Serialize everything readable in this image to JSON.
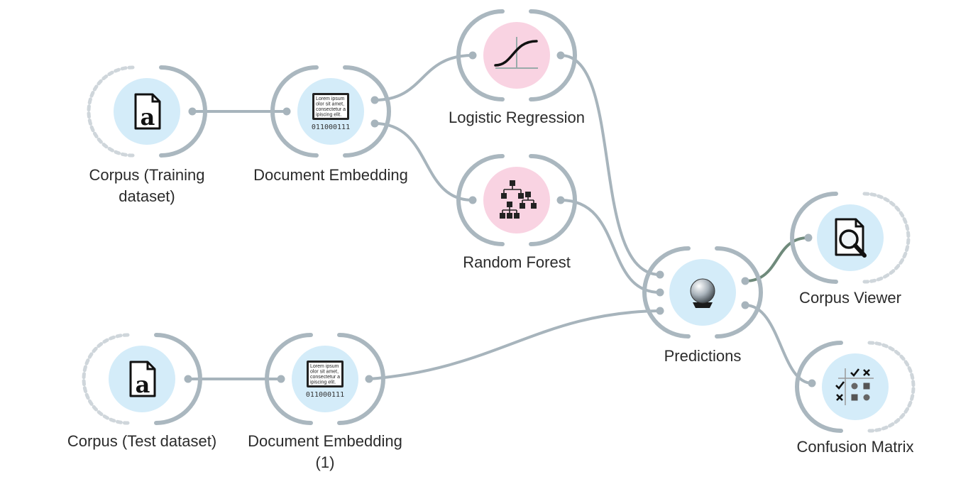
{
  "colors": {
    "data_node": "#d4ecf9",
    "model_node": "#f9d3e2",
    "link": "#a7b4bc",
    "link_active": "#6f8a7b",
    "bracket": "#aab7bf",
    "bracket_dashed": "#cfd6db",
    "text": "#2b2b2b"
  },
  "nodes": [
    {
      "id": "corpus_train",
      "label_lines": [
        "Corpus (Training",
        "dataset)"
      ],
      "icon": "corpus-document-icon",
      "kind": "data"
    },
    {
      "id": "doc_embed",
      "label_lines": [
        "Document Embedding"
      ],
      "icon": "document-embedding-icon",
      "kind": "data",
      "icon_text": [
        "Lorem ipsum",
        "olor sit amet,",
        "consectetur a",
        "ipiscing elit."
      ],
      "icon_code": "011000111"
    },
    {
      "id": "logreg",
      "label_lines": [
        "Logistic Regression"
      ],
      "icon": "logistic-curve-icon",
      "kind": "model"
    },
    {
      "id": "rforest",
      "label_lines": [
        "Random Forest"
      ],
      "icon": "random-forest-tree-icon",
      "kind": "model"
    },
    {
      "id": "predictions",
      "label_lines": [
        "Predictions"
      ],
      "icon": "crystal-ball-icon",
      "kind": "data"
    },
    {
      "id": "corpus_viewer",
      "label_lines": [
        "Corpus Viewer"
      ],
      "icon": "document-magnifier-icon",
      "kind": "data"
    },
    {
      "id": "confusion",
      "label_lines": [
        "Confusion Matrix"
      ],
      "icon": "confusion-matrix-icon",
      "kind": "data"
    },
    {
      "id": "corpus_test",
      "label_lines": [
        "Corpus (Test dataset)"
      ],
      "icon": "corpus-document-icon",
      "kind": "data"
    },
    {
      "id": "doc_embed1",
      "label_lines": [
        "Document Embedding",
        "(1)"
      ],
      "icon": "document-embedding-icon",
      "kind": "data",
      "icon_text": [
        "Lorem ipsum",
        "olor sit amet,",
        "consectetur a",
        "ipiscing elit."
      ],
      "icon_code": "011000111"
    }
  ],
  "links": [
    {
      "from": "corpus_train",
      "to": "doc_embed"
    },
    {
      "from": "doc_embed",
      "to": "logreg"
    },
    {
      "from": "doc_embed",
      "to": "rforest"
    },
    {
      "from": "logreg",
      "to": "predictions"
    },
    {
      "from": "rforest",
      "to": "predictions"
    },
    {
      "from": "doc_embed1",
      "to": "predictions"
    },
    {
      "from": "corpus_test",
      "to": "doc_embed1"
    },
    {
      "from": "predictions",
      "to": "corpus_viewer",
      "active": true
    },
    {
      "from": "predictions",
      "to": "confusion"
    }
  ]
}
